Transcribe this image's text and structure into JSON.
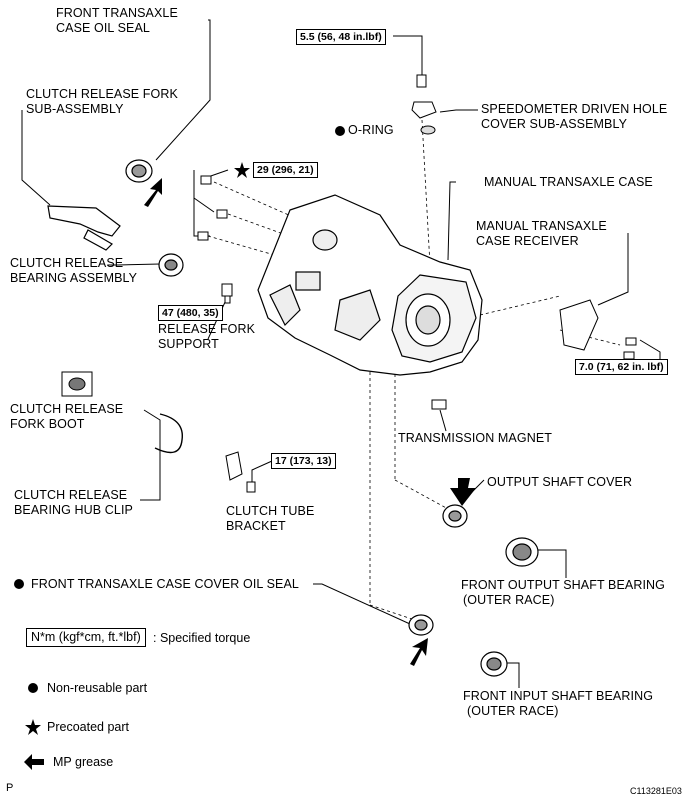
{
  "labels": {
    "front_transaxle_case_oil_seal": [
      "FRONT TRANSAXLE",
      "CASE OIL SEAL"
    ],
    "clutch_release_fork_sub_assembly": [
      "CLUTCH RELEASE FORK",
      "SUB-ASSEMBLY"
    ],
    "clutch_release_bearing_assembly": [
      "CLUTCH RELEASE",
      "BEARING ASSEMBLY"
    ],
    "release_fork_support": [
      "RELEASE FORK",
      "SUPPORT"
    ],
    "clutch_release_fork_boot": [
      "CLUTCH RELEASE",
      "FORK BOOT"
    ],
    "clutch_release_bearing_hub_clip": [
      "CLUTCH RELEASE",
      "BEARING HUB CLIP"
    ],
    "clutch_tube_bracket": [
      "CLUTCH TUBE",
      "BRACKET"
    ],
    "front_transaxle_case_cover_oil_seal": "FRONT TRANSAXLE CASE COVER OIL SEAL",
    "speedometer_driven_hole_cover": [
      "SPEEDOMETER DRIVEN HOLE",
      "COVER SUB-ASSEMBLY"
    ],
    "o_ring": "O-RING",
    "manual_transaxle_case": "MANUAL TRANSAXLE CASE",
    "manual_transaxle_case_receiver": [
      "MANUAL TRANSAXLE",
      "CASE RECEIVER"
    ],
    "transmission_magnet": "TRANSMISSION MAGNET",
    "output_shaft_cover": "OUTPUT SHAFT COVER",
    "front_output_shaft_bearing": [
      "FRONT OUTPUT SHAFT BEARING",
      "(OUTER RACE)"
    ],
    "front_input_shaft_bearing": [
      "FRONT INPUT SHAFT BEARING",
      "(OUTER RACE)"
    ]
  },
  "torques": {
    "speedometer": "5.5 (56, 48 in.lbf)",
    "case_bolts": "29 (296, 21)",
    "release_fork_support": "47 (480, 35)",
    "case_receiver": "7.0 (71, 62 in. lbf)",
    "clutch_tube_bracket": "17 (173, 13)"
  },
  "legend": {
    "specified_torque_box": "N*m (kgf*cm, ft.*lbf)",
    "specified_torque_text": ": Specified torque",
    "non_reusable": "Non-reusable part",
    "precoated": "Precoated part",
    "mp_grease": "MP grease"
  },
  "corner_mark": "P",
  "figure_code": "C113281E03"
}
